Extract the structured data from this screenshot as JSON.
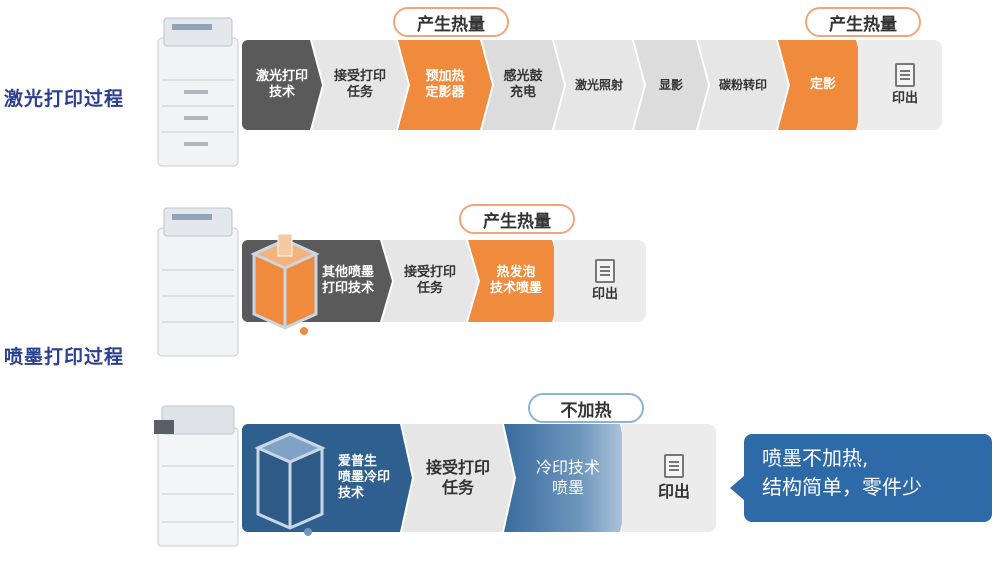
{
  "labels": {
    "laser": "激光打印过程",
    "inkjet": "喷墨打印过程"
  },
  "badges": {
    "heat1": "产生热量",
    "heat2": "产生热量",
    "heat3": "产生热量",
    "noheat": "不加热"
  },
  "laser": {
    "head": "激光打印\n技术",
    "steps": [
      "接受打印\n任务",
      "预加热\n定影器",
      "感光鼓\n充电",
      "激光照射",
      "显影",
      "碳粉转印",
      "定影"
    ],
    "out": "印出"
  },
  "inkjet": {
    "head": "其他喷墨\n打印技术",
    "steps": [
      "接受打印\n任务",
      "热发泡\n技术喷墨"
    ],
    "out": "印出"
  },
  "epson": {
    "head": "爱普生\n喷墨冷印\n技术",
    "steps": [
      "接受打印\n任务",
      "冷印技术\n喷墨"
    ],
    "out": "印出"
  },
  "callout": {
    "line1": "喷墨不加热,",
    "line2": "结构简单，零件少"
  },
  "colors": {
    "orange": "#f08a3c",
    "dark": "#5a5a5a",
    "blue": "#2f5f8f",
    "label": "#2a3f8f"
  }
}
